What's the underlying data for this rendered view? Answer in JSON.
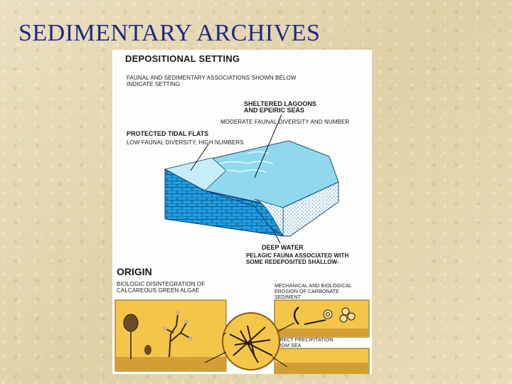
{
  "slide": {
    "title": "SEDIMENTARY ARCHIVES"
  },
  "figure": {
    "depositional": {
      "heading": "DEPOSITIONAL SETTING",
      "intro": "FAUNAL AND SEDIMENTARY ASSOCIATIONS SHOWN BELOW\nINDICATE SETTING",
      "lagoons_title": "SHELTERED LAGOONS\nAND EPEIRIC SEAS",
      "lagoons_desc": "MODERATE FAUNAL DIVERSITY AND NUMBER",
      "tidal_title": "PROTECTED TIDAL FLATS",
      "tidal_desc": "LOW FAUNAL DIVERSITY, HIGH NUMBERS",
      "deep_title": "DEEP WATER",
      "deep_desc": "PELAGIC FAUNA ASSOCIATED WITH\nSOME REDEPOSITED SHALLOW-"
    },
    "origin": {
      "heading": "ORIGIN",
      "algae": "BIOLOGIC DISINTEGRATION OF\nCALCAREOUS GREEN ALGAE",
      "erosion": "MECHANICAL AND BIOLOGICAL\nEROSION OF CARBONATE\nSEDIMENT",
      "precipitation": "DIRECT PRECIPITATION\nFROM SEA"
    },
    "colors": {
      "water": "#8fd8ee",
      "limestone": "#1f9fe0",
      "sediment_panel": "#f3c64a",
      "sediment_floor": "#d8a437"
    }
  }
}
